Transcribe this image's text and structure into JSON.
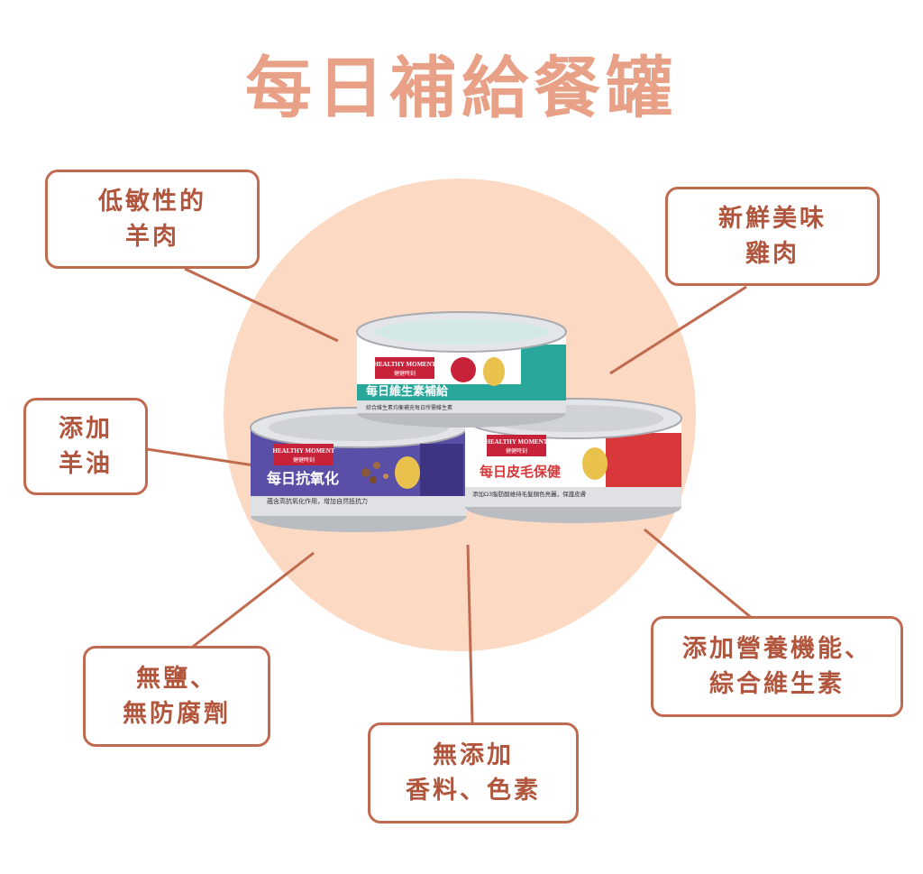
{
  "title": "每日補給餐罐",
  "colors": {
    "title": "#e8a086",
    "circle": "#fcd9c2",
    "box_border": "#c06a4f",
    "box_text": "#b1563d"
  },
  "features": [
    {
      "line1": "低敏性的",
      "line2": "羊肉"
    },
    {
      "line1": "新鮮美味",
      "line2": "雞肉"
    },
    {
      "line1": "添加",
      "line2": "羊油"
    },
    {
      "line1": "添加營養機能、",
      "line2": "綜合維生素"
    },
    {
      "line1": "無鹽、",
      "line2": "無防腐劑"
    },
    {
      "line1": "無添加",
      "line2": "香料、色素"
    }
  ],
  "cans": [
    {
      "brand": "HEALTHY MOMENT",
      "brand_sub": "健健時刻",
      "name": "每日維生素補給",
      "tagline": "綜合維生素均衡補充每日所需維生素",
      "accent": "#2aa79b"
    },
    {
      "brand": "HEALTHY MOMENT",
      "brand_sub": "健健時刻",
      "name": "每日抗氧化",
      "tagline": "蘊含高抗氧化作用，增加自然抵抗力",
      "accent": "#5a4fa6"
    },
    {
      "brand": "HEALTHY MOMENT",
      "brand_sub": "健健時刻",
      "name": "每日皮毛保健",
      "tagline": "添加Ω3脂肪酸維持毛髮顏色亮麗，保護皮膚",
      "accent": "#d8383a"
    }
  ]
}
